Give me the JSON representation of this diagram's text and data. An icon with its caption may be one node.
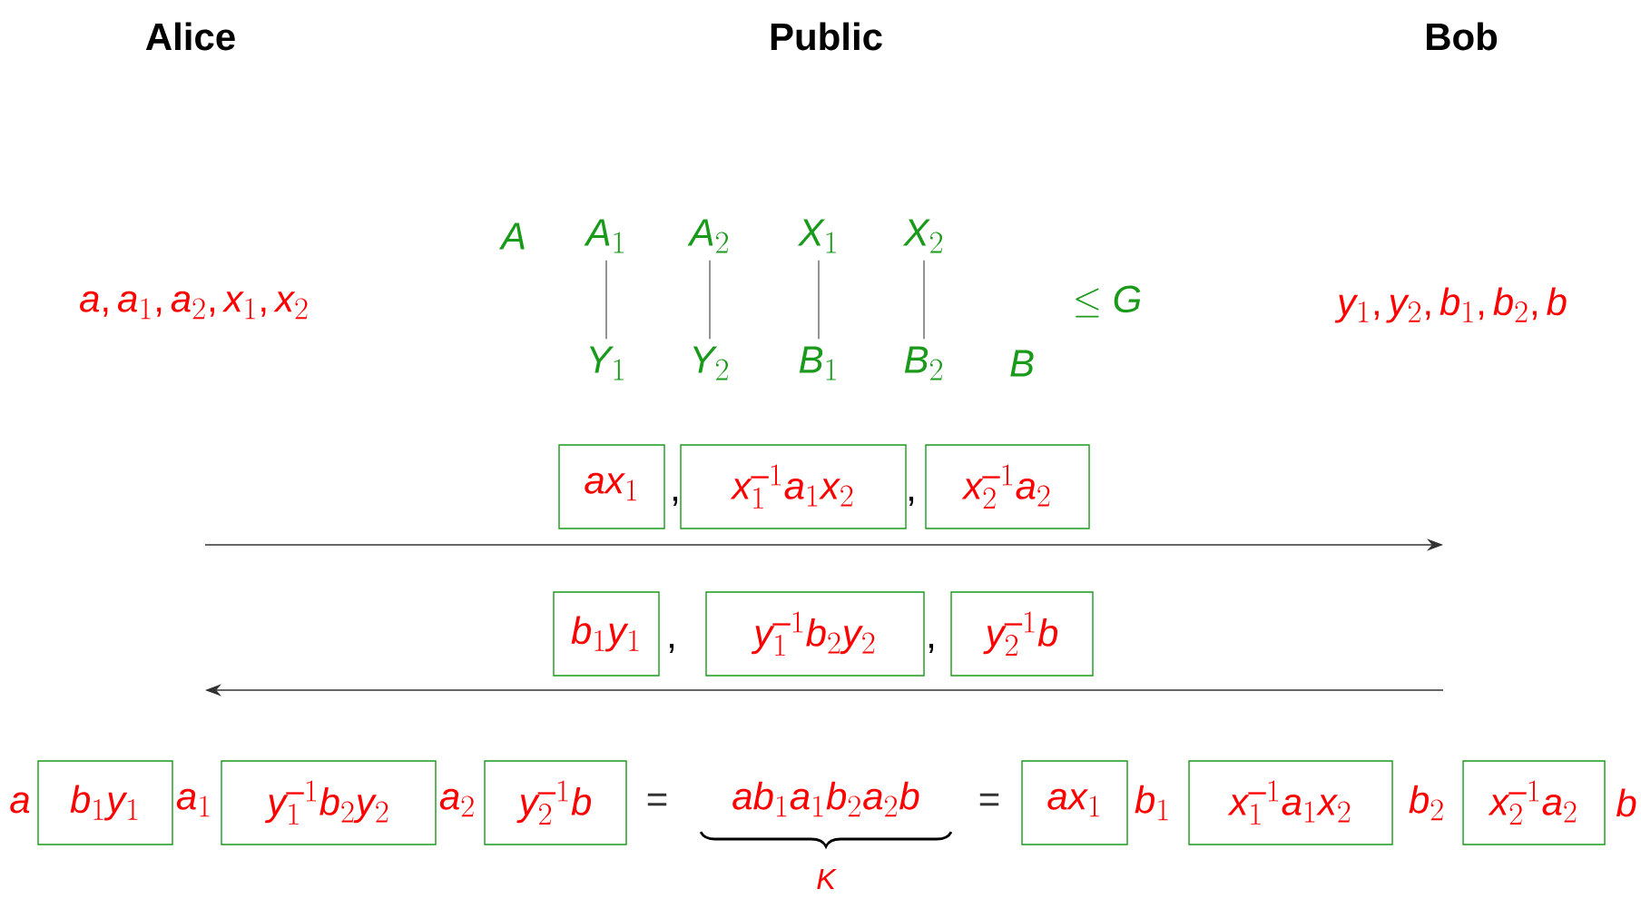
{
  "diagram": {
    "nodes": [
      {
        "text": [
          "A_1"
        ]
      },
      {
        "text": [
          "A_2"
        ]
      },
      {
        "text": [
          "X_1"
        ]
      },
      {
        "text": [
          "X_2"
        ]
      },
      {
        "text": [
          "Y_1"
        ]
      },
      {
        "text": [
          "Y_2"
        ]
      },
      {
        "text": [
          "B_1"
        ]
      },
      {
        "text": [
          "B_2"
        ]
      },
      {
        "text": [
          "ax_1"
        ]
      },
      {
        "text": [
          "x_1^{-1}a_1x_2"
        ]
      },
      {
        "text": [
          "x_2^{-1}a_2"
        ]
      },
      {
        "text": [
          "b_1y_1"
        ]
      },
      {
        "text": [
          "y_1^{-1}b_2y_2"
        ]
      },
      {
        "text": [
          "y_2^{-1}b"
        ]
      },
      {
        "text": [
          "b_1y_1"
        ]
      },
      {
        "text": [
          "y_1^{-1}b_2y_2"
        ]
      },
      {
        "text": [
          "y_2^{-1}b"
        ]
      },
      {
        "text": [
          "ax_1"
        ]
      },
      {
        "text": [
          "x_1^{-1}a_1x_2"
        ]
      },
      {
        "text": [
          "x_2^{-1}a_2"
        ]
      }
    ],
    "edges": [
      {
        "from": 0,
        "to": 4,
        "arrow": "none"
      },
      {
        "from": 1,
        "to": 5,
        "arrow": "none"
      },
      {
        "from": 2,
        "to": 6,
        "arrow": "none"
      },
      {
        "from": 3,
        "to": 7,
        "arrow": "none"
      }
    ],
    "labels": [
      "Alice",
      "Public",
      "Bob",
      "A",
      "a, a_1, a_2, x_1, x_2",
      "\\le G",
      "y_1, y_2, b_1, b_2, b",
      "B",
      ",",
      ",",
      ",",
      ",",
      "a",
      "a_1",
      "a_2",
      "=",
      "ab_1a_1b_2a_2b",
      "=",
      "b_1",
      "b_2",
      "b",
      "K"
    ]
  }
}
